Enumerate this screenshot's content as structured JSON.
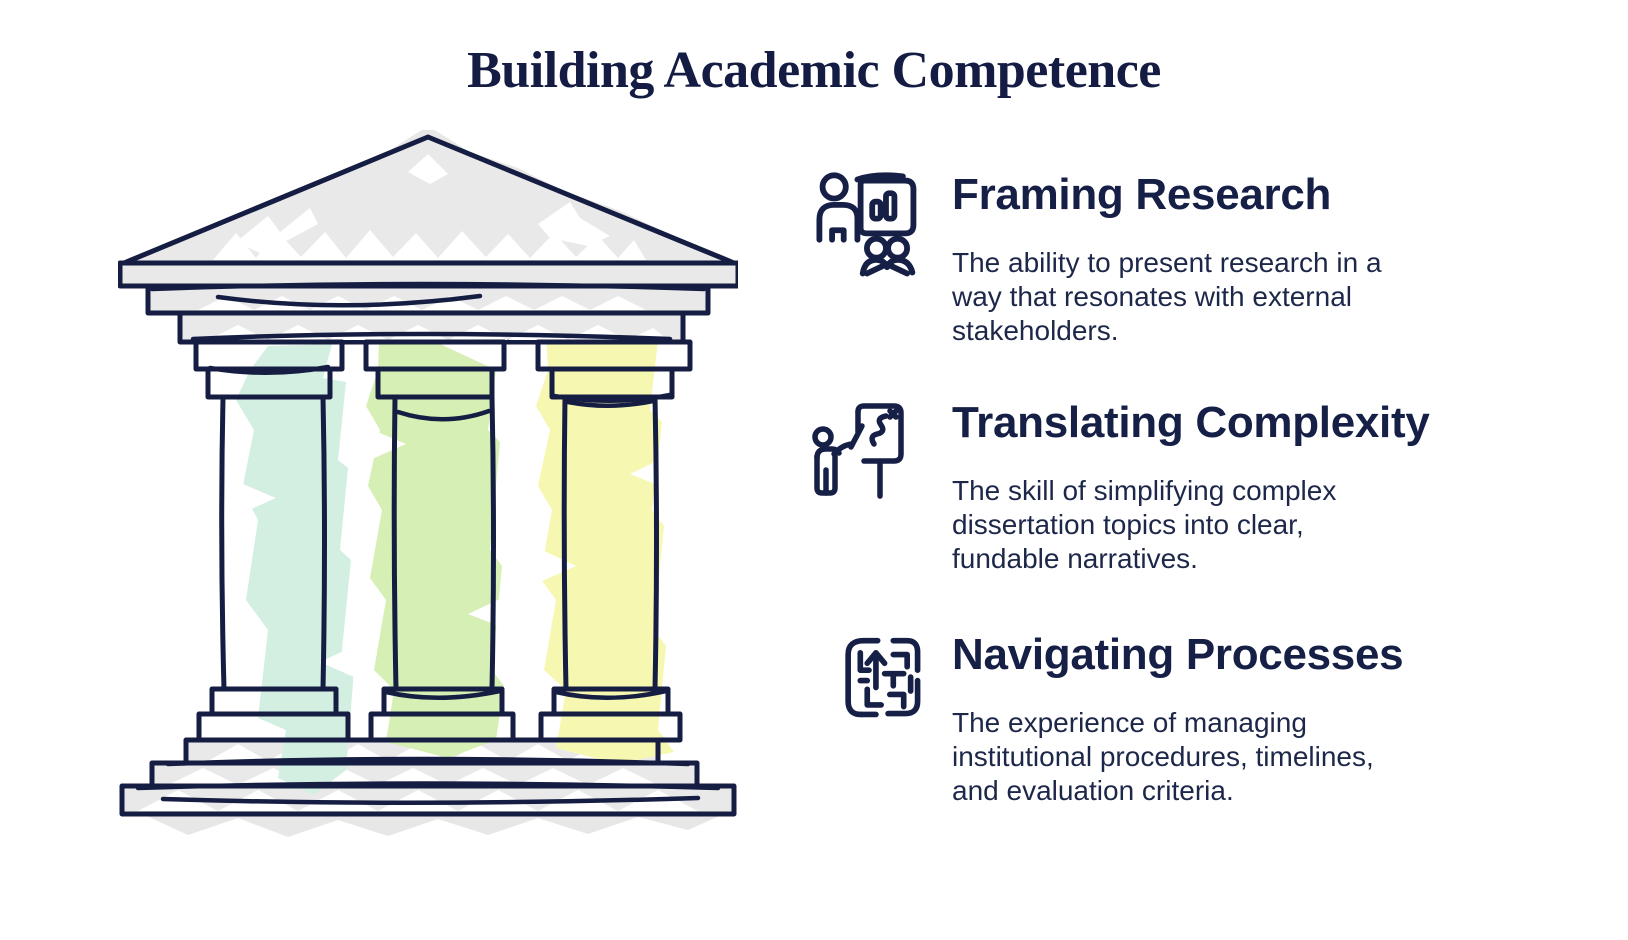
{
  "page": {
    "title": "Building Academic Competence"
  },
  "palette": {
    "ink": "#151d42",
    "stone_gray": "#e9e9e9",
    "pillar_mint": "#d3efe1",
    "pillar_green": "#d6efb4",
    "pillar_yellow": "#f6f8b2",
    "text_heading": "#161f45",
    "text_body": "#1d2749"
  },
  "illustration": {
    "name": "greek-temple-three-pillars",
    "pillar_colors": [
      "#d3efe1",
      "#d6efb4",
      "#f6f8b2"
    ]
  },
  "sections": [
    {
      "icon": "presentation-audience-icon",
      "heading": "Framing Research",
      "body": "The ability to present research in a\nway that resonates with external\nstakeholders."
    },
    {
      "icon": "whiteboard-presenter-icon",
      "heading": "Translating Complexity",
      "body": "The skill of simplifying complex\ndissertation topics into clear,\nfundable narratives."
    },
    {
      "icon": "maze-arrow-icon",
      "heading": "Navigating Processes",
      "body": "The experience of managing\ninstitutional procedures, timelines,\nand evaluation criteria."
    }
  ]
}
